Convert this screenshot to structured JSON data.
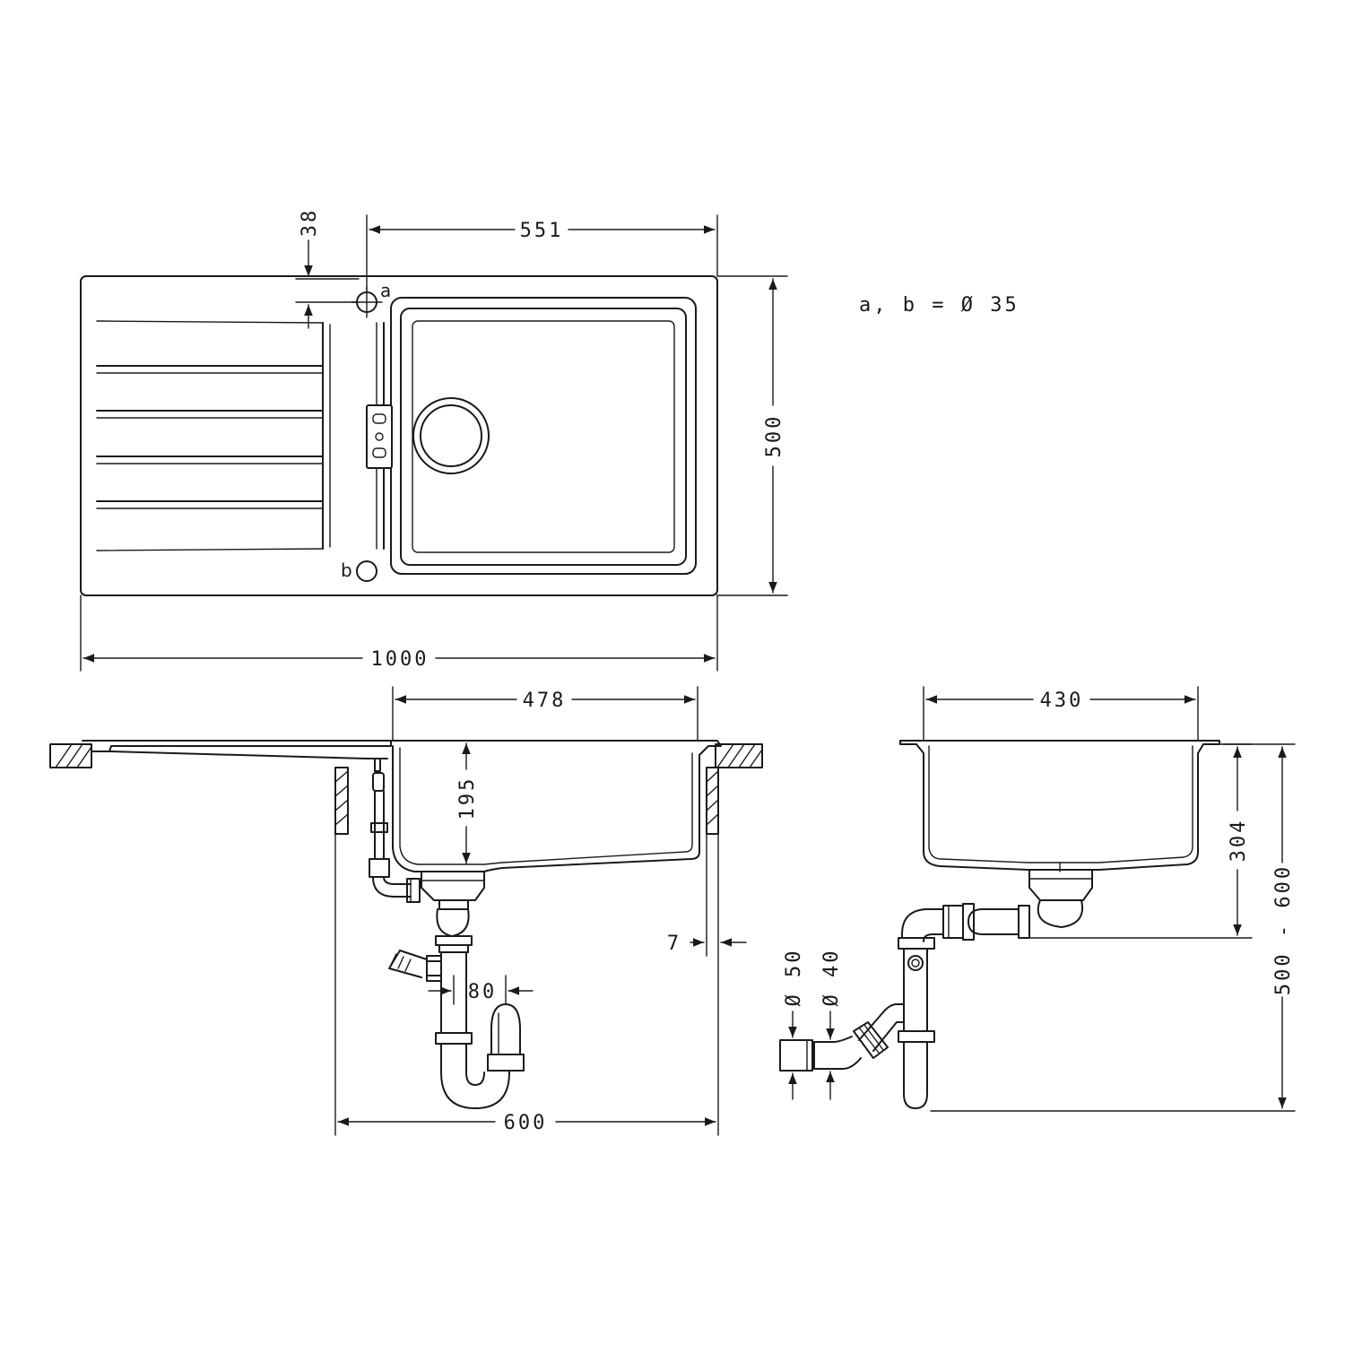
{
  "dimensions": {
    "top_width": "551",
    "tap_hole_offset": "38",
    "depth_total": "500",
    "overall_width": "1000",
    "bowl_width_front": "478",
    "bowl_depth": "195",
    "gap": "7",
    "trap_offset": "80",
    "cabinet_width": "600",
    "bowl_width_side": "430",
    "drain_height": "304",
    "install_height": "500 - 600",
    "pipe_d50": "Ø 50",
    "pipe_d40": "Ø 40"
  },
  "labels": {
    "hole_a": "a",
    "hole_b": "b"
  },
  "note": "a, b = Ø 35"
}
